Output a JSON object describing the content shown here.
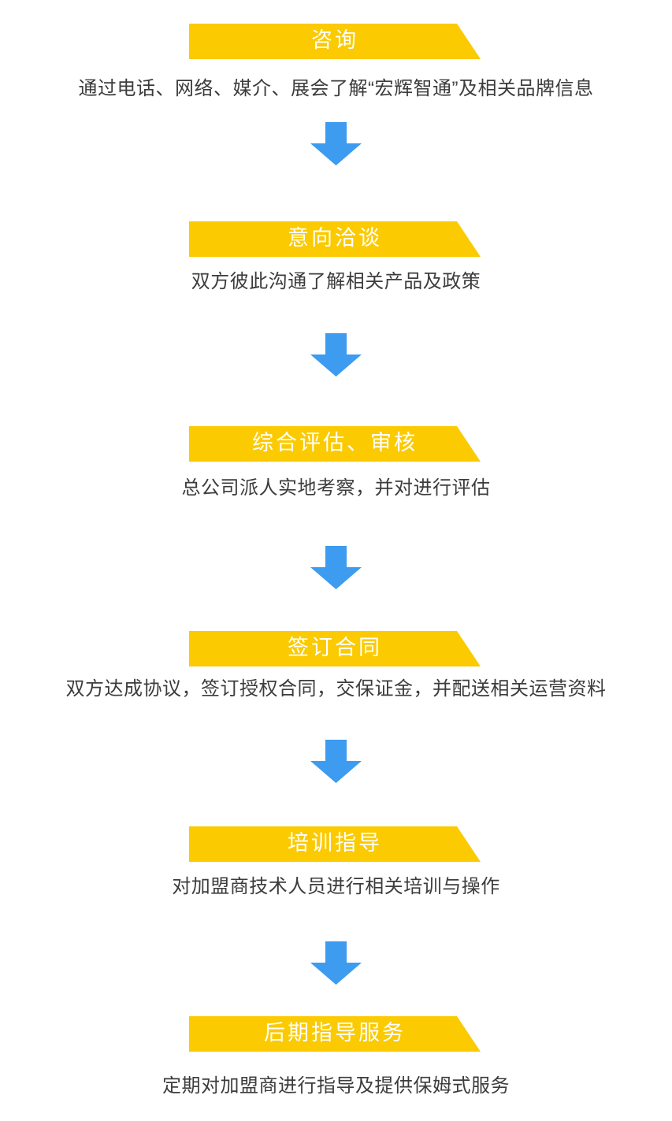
{
  "colors": {
    "banner_yellow": "#FBCA00",
    "arrow_blue": "#3D9BF0",
    "banner_text": "#FFFFFF",
    "description_text": "#3C3C3C"
  },
  "icons": {
    "down_arrow": "down-arrow"
  },
  "steps": [
    {
      "title": "咨询",
      "description": "通过电话、网络、媒介、展会了解“宏辉智通”及相关品牌信息"
    },
    {
      "title": "意向洽谈",
      "description": "双方彼此沟通了解相关产品及政策"
    },
    {
      "title": "综合评估、审核",
      "description": "总公司派人实地考察，并对进行评估"
    },
    {
      "title": "签订合同",
      "description": "双方达成协议，签订授权合同，交保证金，并配送相关运营资料"
    },
    {
      "title": "培训指导",
      "description": "对加盟商技术人员进行相关培训与操作"
    },
    {
      "title": "后期指导服务",
      "description": "定期对加盟商进行指导及提供保姆式服务"
    }
  ]
}
